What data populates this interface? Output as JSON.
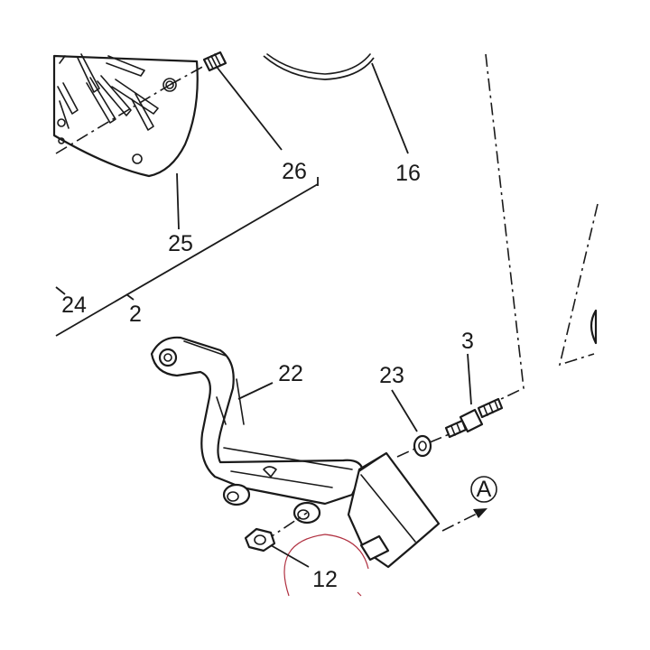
{
  "callouts": {
    "c2": "2",
    "c3": "3",
    "c12": "12",
    "c16": "16",
    "c22": "22",
    "c23": "23",
    "c24": "24",
    "c25": "25",
    "c26": "26"
  },
  "view_marker": "A",
  "colors": {
    "line": "#1a1a1a",
    "highlight_circle": "#b03040"
  }
}
